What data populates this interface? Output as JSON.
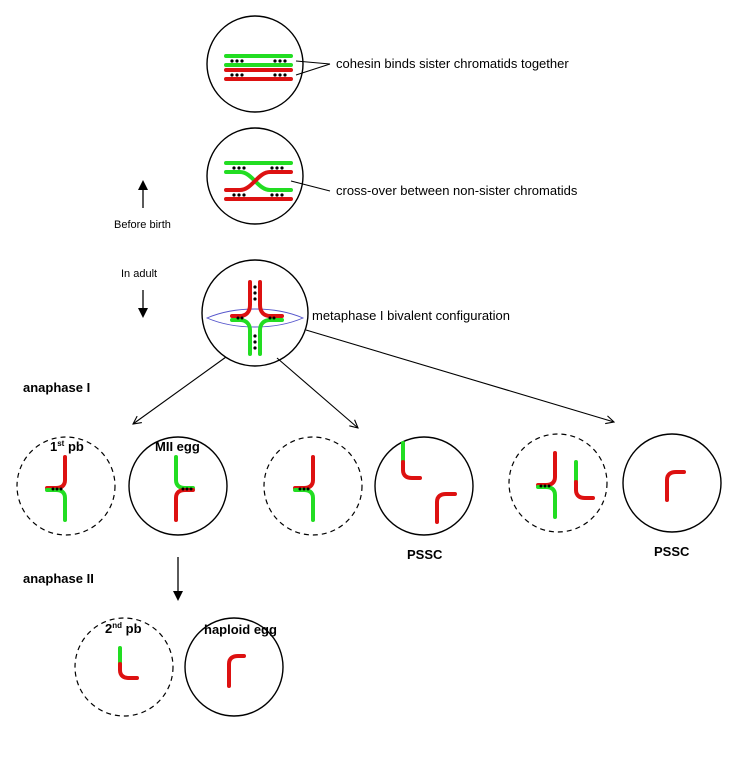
{
  "labels": {
    "cohesin": "cohesin binds sister chromatids together",
    "crossover": "cross-over between non-sister chromatids",
    "metaphase": "metaphase I bivalent configuration",
    "before_birth": "Before birth",
    "in_adult": "In adult",
    "anaphase_1": "anaphase I",
    "anaphase_2": "anaphase II",
    "first_pb_num": "1",
    "first_pb_sup": "st",
    "first_pb_rest": " pb",
    "mii_egg": "MII egg",
    "pssc_1": "PSSC",
    "pssc_2": "PSSC",
    "second_pb_num": "2",
    "second_pb_sup": "nd",
    "second_pb_rest": " pb",
    "haploid_egg": "haploid egg"
  },
  "colors": {
    "chromatid_a": "#22dd22",
    "chromatid_b": "#dd1111",
    "cohesin": "#000000",
    "spindle": "#5555cc"
  }
}
